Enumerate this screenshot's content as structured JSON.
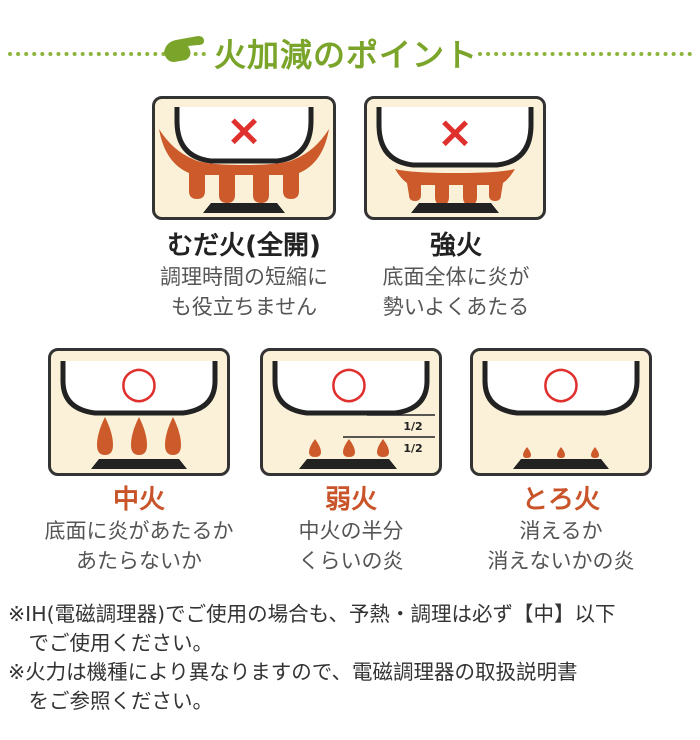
{
  "header": {
    "title": "火加減のポイント",
    "hand_icon": "pointing-hand-icon",
    "accent": "#7aa52a"
  },
  "colors": {
    "flame": "#cc5a2a",
    "mark": "#e0302e",
    "card_bg": "#fbf1d8",
    "burner": "#222222"
  },
  "cards": [
    {
      "mark": "×",
      "title": "むだ火(全開)",
      "desc1": "調理時間の短縮に",
      "desc2": "も役立ちません"
    },
    {
      "mark": "×",
      "title": "強火",
      "desc1": "底面全体に炎が",
      "desc2": "勢いよくあたる"
    },
    {
      "mark": "○",
      "title": "中火",
      "desc1": "底面に炎があたるか",
      "desc2": "あたらないか"
    },
    {
      "mark": "○",
      "title": "弱火",
      "desc1": "中火の半分",
      "desc2": "くらいの炎",
      "half1": "1/2",
      "half2": "1/2"
    },
    {
      "mark": "○",
      "title": "とろ火",
      "desc1": "消えるか",
      "desc2": "消えないかの炎"
    }
  ],
  "notes": [
    "※IH(電磁調理器)でご使用の場合も、予熱・調理は必ず【中】以下",
    "　でご使用ください。",
    "※火力は機種により異なりますので、電磁調理器の取扱説明書",
    "　をご参照ください。"
  ]
}
